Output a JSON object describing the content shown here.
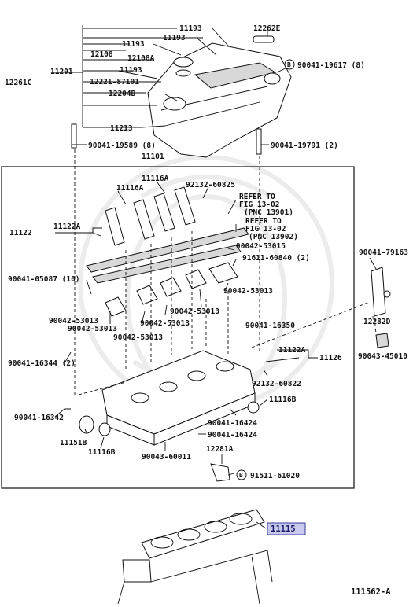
{
  "diagram": {
    "figure_code": "111562-A",
    "highlighted_part": "11115",
    "bolt_mark": "B",
    "labels": {
      "p11193_a": "11193",
      "p11193_b": "11193",
      "p11193_c": "11193",
      "p11193_d": "11193",
      "p12262e": "12262E",
      "p12108": "12108",
      "p12108a": "12108A",
      "p11201": "11201",
      "p12261c": "12261C",
      "p12221": "12221-87101",
      "p12204b": "12204B",
      "p90041_19617": "90041-19617 (8)",
      "p11213": "11213",
      "p90041_19589": "90041-19589 (8)",
      "p90041_19791": "90041-19791 (2)",
      "p11101": "11101",
      "p11116a_1": "11116A",
      "p11116a_2": "11116A",
      "p92132_60825": "92132-60825",
      "ref1_a": "REFER TO",
      "ref1_b": "FIG 13-02",
      "ref1_c": "(PNC 13901)",
      "ref2_a": "REFER TO",
      "ref2_b": "FIG 13-02",
      "ref2_c": "(PNC 13902)",
      "p11122": "11122",
      "p11122a": "11122A",
      "p90042_53015": "90042-53015",
      "p91611_60840": "91611-60840 (2)",
      "p90041_79163": "90041-79163",
      "p90041_05087": "90041-05087 (10)",
      "p90042_53013_r": "90042-53013",
      "p90042_53013_l1": "90042-53013",
      "p90042_53013_l2": "90042-53013",
      "p90042_53013_c1": "90042-53013",
      "p90042_53013_c2": "90042-53013",
      "p90042_53013_b": "90042-53013",
      "p12282d": "12282D",
      "p90041_16350": "90041-16350",
      "p90043_45010": "90043-45010",
      "p11122a_b": "11122A",
      "p11126": "11126",
      "p90041_16344": "90041-16344 (2)",
      "p92132_60822": "92132-60822",
      "p11116b_r": "11116B",
      "p90041_16342": "90041-16342",
      "p90041_16424_a": "90041-16424",
      "p90041_16424_b": "90041-16424",
      "p11151b": "11151B",
      "p11116b_l": "11116B",
      "p90043_60011": "90043-60011",
      "p12281a": "12281A",
      "p91511_61020": "91511-61020"
    }
  }
}
